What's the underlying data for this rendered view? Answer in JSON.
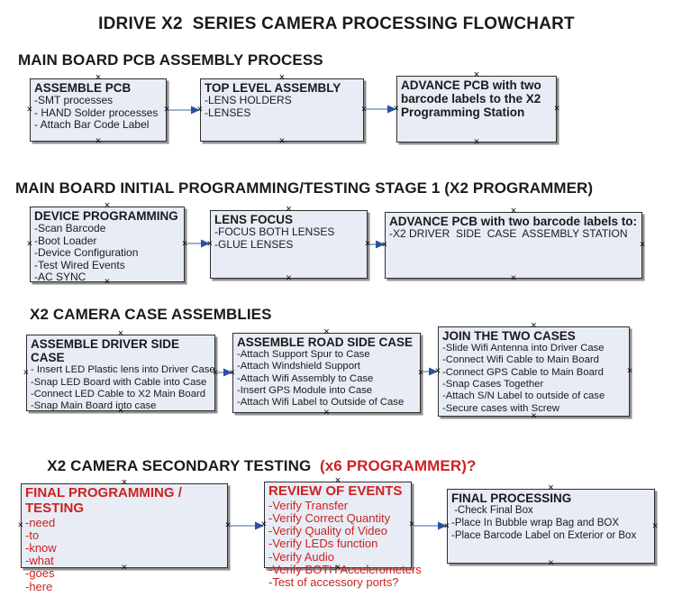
{
  "title": "IDRIVE X2  SERIES CAMERA PROCESSING FLOWCHART",
  "theme": {
    "box_fill": "#e7ecf5",
    "box_border": "#2e2e2e",
    "shadow": "#8f8f8f",
    "arrow_line": "#93a7cc",
    "arrow_head": "#2b50a0",
    "red": "#cc2222",
    "text": "#1a1a1a"
  },
  "sections": [
    {
      "heading": "MAIN BOARD PCB ASSEMBLY PROCESS",
      "boxes": [
        {
          "title": "ASSEMBLE PCB",
          "items": [
            "-SMT processes",
            "- HAND Solder processes",
            "- Attach Bar Code Label"
          ]
        },
        {
          "title": "TOP LEVEL ASSEMBLY",
          "items": [
            "-LENS HOLDERS",
            "-LENSES"
          ]
        },
        {
          "title": "ADVANCE PCB with two barcode labels to the X2 Programming Station",
          "items": []
        }
      ]
    },
    {
      "heading": "MAIN BOARD INITIAL PROGRAMMING/TESTING STAGE 1 (X2 PROGRAMMER)",
      "boxes": [
        {
          "title": "DEVICE PROGRAMMING",
          "items": [
            "-Scan Barcode",
            "-Boot Loader",
            "-Device Configuration",
            "-Test Wired Events",
            "-AC SYNC"
          ]
        },
        {
          "title": "LENS FOCUS",
          "items": [
            "-FOCUS BOTH LENSES",
            "-GLUE LENSES"
          ]
        },
        {
          "title": "ADVANCE PCB with two barcode labels to:",
          "items": [
            "-X2 DRIVER  SIDE  CASE  ASSEMBLY STATION"
          ]
        }
      ]
    },
    {
      "heading": "X2 CAMERA CASE ASSEMBLIES",
      "boxes": [
        {
          "title": "ASSEMBLE DRIVER SIDE CASE",
          "items": [
            "- Insert LED Plastic lens into Driver Case",
            "-Snap LED Board with Cable into Case",
            "-Connect LED Cable to X2 Main Board",
            "-Snap Main Board into case"
          ]
        },
        {
          "title": "ASSEMBLE ROAD SIDE CASE",
          "items": [
            "-Attach Support Spur to Case",
            "-Attach Windshield Support",
            "-Attach Wifi Assembly to Case",
            "-Insert GPS Module into Case",
            "-Attach Wifi Label to Outside of Case"
          ]
        },
        {
          "title": "JOIN THE TWO CASES",
          "items": [
            "-Slide Wifi Antenna into Driver Case",
            "-Connect Wifi Cable to Main Board",
            "-Connect GPS Cable to Main Board",
            "-Snap Cases Together",
            "-Attach S/N Label to outside of case",
            "-Secure cases with Screw"
          ]
        }
      ]
    },
    {
      "heading": "X2 CAMERA SECONDARY TESTING  ",
      "heading_red": "(x6 PROGRAMMER)?",
      "boxes": [
        {
          "title": "FINAL PROGRAMMING / TESTING",
          "items": [
            "-need",
            "-to",
            "-know",
            "-what",
            "-goes",
            "-here"
          ]
        },
        {
          "title": "REVIEW OF EVENTS",
          "items": [
            "-Verify Transfer",
            "-Verify Correct Quantity",
            "-Verify Quality of Video",
            "-Verify LEDs function",
            "-Verify Audio",
            "-Verify BOTH Accelerometers",
            "-Test of accessory ports?"
          ]
        },
        {
          "title": "FINAL PROCESSING",
          "items": [
            " -Check Final Box",
            "-Place In Bubble wrap Bag and BOX",
            "-Place Barcode Label on Exterior or Box"
          ]
        }
      ]
    }
  ]
}
